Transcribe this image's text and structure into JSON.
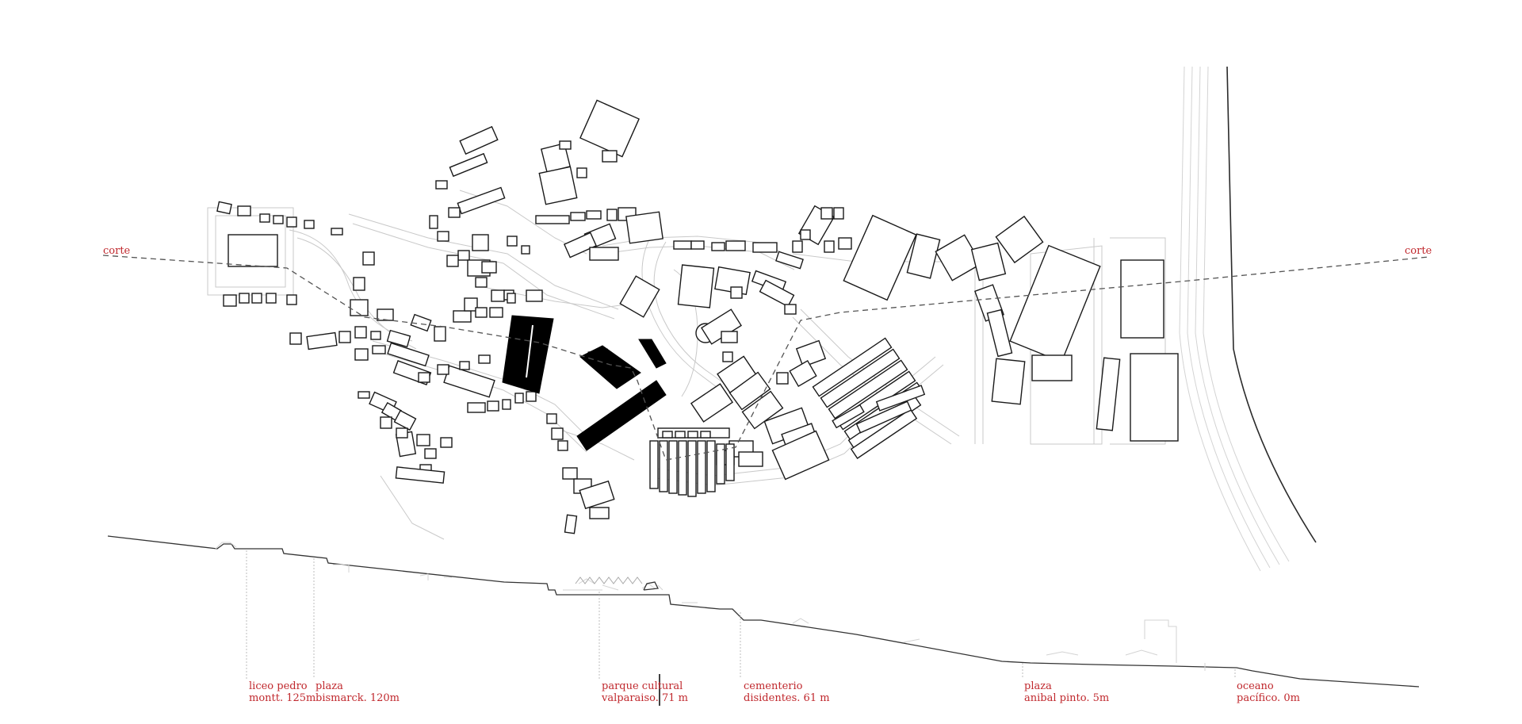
{
  "cut_labels": {
    "left": "corte",
    "right": "corte"
  },
  "section_labels": [
    {
      "line1": "liceo pedro",
      "line2": "montt. 125m"
    },
    {
      "line1": "plaza",
      "line2": "bismarck. 120m"
    },
    {
      "line1": "parque cultural",
      "line2": "valparaiso. 71 m"
    },
    {
      "line1": "cementerio",
      "line2": "disidentes. 61 m"
    },
    {
      "line1": "plaza",
      "line2": "anibal pinto. 5m"
    },
    {
      "line1": "oceano",
      "line2": "pacífico. 0m"
    }
  ],
  "colors": {
    "label": "#c0282d",
    "building": "#1a1a1a",
    "street": "#c9c9c9"
  }
}
